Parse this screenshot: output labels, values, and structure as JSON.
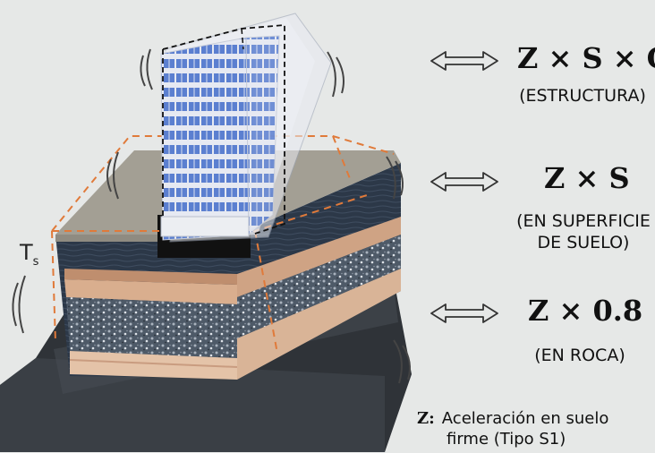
{
  "levels": [
    {
      "formula": "Z × S × C",
      "note_lines": [
        "(ESTRUCTURA)"
      ]
    },
    {
      "formula": "Z × S",
      "note_lines": [
        "(EN SUPERFICIE",
        "DE SUELO)"
      ]
    },
    {
      "formula": "Z × 0.8",
      "note_lines": [
        "(EN ROCA)"
      ]
    }
  ],
  "period_label": {
    "main": "T",
    "sub": "s"
  },
  "legend": {
    "symbol": "Z:",
    "line1": "Aceleración en suelo",
    "line2": "firme (Tipo S1)"
  },
  "icons": [
    "double-arrow-icon",
    "vibration-lines-icon"
  ],
  "colors": {
    "background": "#e6e8e7",
    "dashed_outline": "#e07a3a",
    "building_glass": "#5b7fd0",
    "surface": "#a39f94"
  }
}
